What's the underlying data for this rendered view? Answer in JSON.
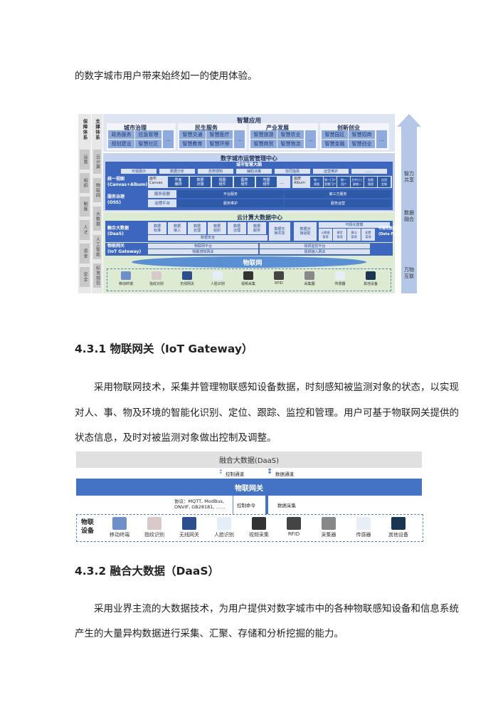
{
  "intro_line": "的数字城市用户带来始终如一的使用体验。",
  "diagram1": {
    "guarantee": {
      "head": "保障体系",
      "items": [
        "运营",
        "组织",
        "制度",
        "人才",
        "资金",
        "安全"
      ]
    },
    "support": {
      "head": "支撑体系",
      "items": [
        "云计算",
        "物联网",
        "大数据",
        "人工智能",
        "标准规范"
      ]
    },
    "apps": {
      "title": "智慧应用",
      "groups": [
        {
          "name": "城市治理",
          "items": [
            "政务服务",
            "应急管理",
            "规划建设",
            "智慧社区"
          ]
        },
        {
          "name": "民生服务",
          "items": [
            "智慧交通",
            "智慧医疗",
            "智慧教育",
            "智慧环保"
          ]
        },
        {
          "name": "产业发展",
          "items": [
            "智慧旅游",
            "智慧农业",
            "智慧商贸",
            "智慧物流"
          ]
        },
        {
          "name": "创新创业",
          "items": [
            "智慧园区",
            "智慧招商",
            "智慧金融",
            "智慧创业"
          ]
        }
      ],
      "more": "..."
    },
    "ops": {
      "title": "数字城市运营管理中心",
      "brain": {
        "title": "城市智慧大脑",
        "items": [
          "可视展示",
          "数据分析",
          "态势感知",
          "辅助决策",
          "协同指挥",
          "运营维护",
          "……"
        ]
      },
      "view": {
        "label": "统一视图\n(Canvas+Album)",
        "canvas": "画布\nCanvas",
        "canvas_items": [
          "界面\n编排",
          "数据\n对接",
          "视图\n组件",
          "图表\n组件",
          "地图\n组件"
        ],
        "more": "…",
        "album": "画册\nAlbum",
        "album_items": [
          "统一\n视图",
          "统一门户\n智慧门户",
          "统一\n用户",
          "大中小三\n屏统一",
          "权限\n管理",
          "应用\n定制"
        ]
      },
      "oss": {
        "label": "服务治理\n(OSS)",
        "container": "服务容器",
        "platform_service": "平台服务",
        "third_service": "第三方服务",
        "gov": "治理平台",
        "maintain": "服务维护",
        "operate": "服务运营"
      }
    },
    "cloud": {
      "title": "云计算大数据中心",
      "daas": {
        "label": "融合大数据\n(DaaS)",
        "items": [
          "数据\n标准",
          "数据\n接入",
          "数据\n处理",
          "数据\n组织",
          "数据\n治理",
          "数据\n服务"
        ],
        "exchange": "数据交\n换共享",
        "security": "数据安全",
        "adapt": "数据对\n接适配",
        "modeling": "可视化建模",
        "model_items": [
          "元数据\n管理",
          "模型\n管理",
          "算法\n管理",
          "配置\n管理"
        ],
        "fisher": "可视化数据建模\n(Data Fisher)"
      },
      "gateway": {
        "label": "物联网关\n(IoT Gateway)",
        "iot_platform": "物联网平台",
        "iot_gw": "物联感知网关",
        "video_platform": "视频监控平台",
        "video_gw": "视频接入网关"
      }
    },
    "iot_cloud": "物联网",
    "devices": [
      "移动终端",
      "指纹识别",
      "无线网关",
      "人脸识别",
      "视频采集",
      "RFID",
      "采集器",
      "传感器",
      "其他设备"
    ],
    "arrow_labels": [
      "智力\n共享",
      "数据\n融合",
      "万物\n互联"
    ]
  },
  "section1": {
    "heading": "4.3.1  物联网关（IoT Gateway）",
    "lines": [
      "采用物联网技术，采集并管理物联感知设备数据，时刻感知被监测对象的状态，以实现",
      "对人、事、物及环境的智能化识别、定位、跟踪、监控和管理。用户可基于物联网关提供的",
      "状态信息，及时对被监测对象做出控制及调整。"
    ]
  },
  "diagram2": {
    "daas": "融合大数据(DaaS)",
    "control_channel": "控制通道",
    "data_channel": "数据通道",
    "gateway": "物联网关",
    "protocol": "协议：MQTT, ModBus,\nONVIF, GB28181, ……",
    "control_cmd": "控制命令",
    "data_collect": "数据采集",
    "devices_label": "物联\n设备",
    "devices": [
      "移动终端",
      "指纹识别",
      "无线网关",
      "人脸识别",
      "视频采集",
      "RFID",
      "采集器",
      "传感器",
      "其他设备"
    ]
  },
  "section2": {
    "heading": "4.3.2  融合大数据（DaaS）",
    "lines": [
      "采用业界主流的大数据技术，为用户提供对数字城市中的各种物联感知设备和信息系统",
      "产生的大量异构数据进行采集、汇聚、存储和分析挖掘的能力。"
    ]
  },
  "colors": {
    "blue": "#4472c4",
    "light_blue": "#c5d3ee",
    "green": "#dcebd2",
    "gray": "#e0e0e0"
  }
}
